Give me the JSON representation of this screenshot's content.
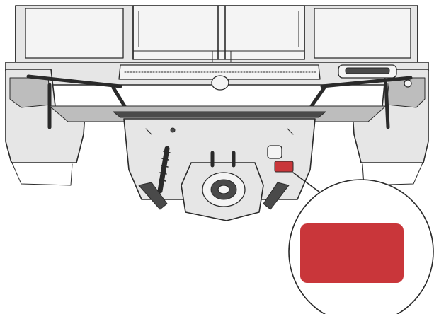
{
  "diagram": {
    "subject": "vehicle-rear-underside",
    "colors": {
      "outline": "#2a2a2a",
      "body_fill": "#e6e6e6",
      "body_light": "#f4f4f4",
      "shadow": "#bdbdbd",
      "dark": "#4a4a4a",
      "highlight": "#c9363a",
      "callout_fill": "#ffffff"
    },
    "callout": {
      "shape": "circle",
      "marker": "red-rectangle-label"
    }
  }
}
